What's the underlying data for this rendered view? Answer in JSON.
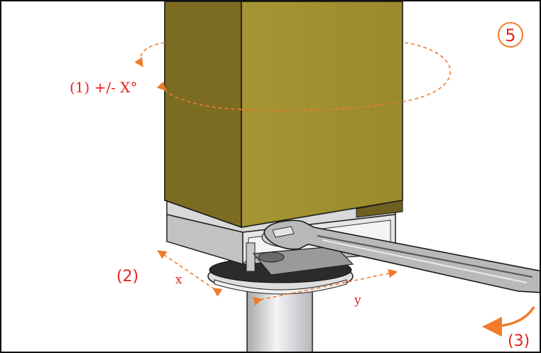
{
  "step_badge": "5",
  "labels": {
    "rotation": "(1) +/- X°",
    "shift": "(2)",
    "axis_x": "x",
    "axis_y": "y",
    "wrench_turn": "(3)"
  },
  "colors": {
    "annotation": "#e8201c",
    "arrow": "#f07b2a",
    "post_front": "#a08f33",
    "post_side": "#7b6c22",
    "steel": "#c8c8c8",
    "outline": "#1a1a1a"
  }
}
